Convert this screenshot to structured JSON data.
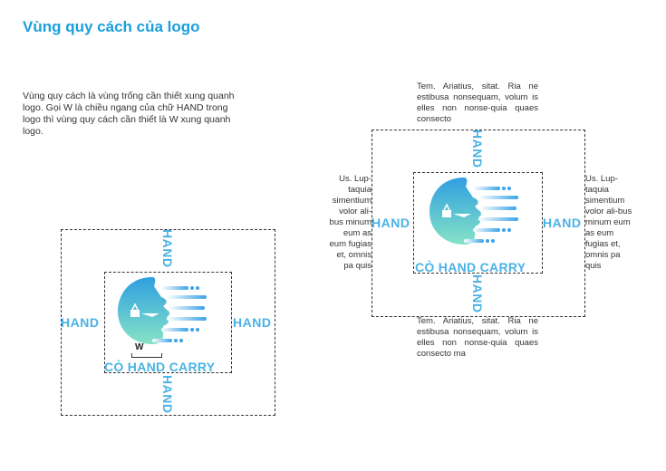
{
  "title": "Vùng quy cách của logo",
  "description": "Vùng quy cách là vùng trống cần thiết xung quanh logo. Gọi W là chiều ngang của chữ HAND trong logo thì vùng quy cách cần thiết là W xung quanh logo.",
  "hand_text": "HAND",
  "brand_text": "CÒ HAND CARRY",
  "w_label": "W",
  "filler": {
    "top": "Tem. Ariatius, sitat. Ria ne estibusa nonsequam, volum is elles non nonse-quia quaes consecto",
    "bottom": "Tem. Ariatius, sitat. Ria ne estibusa nonsequam, volum is elles non nonse-quia quaes consecto ma",
    "left": "Us. Lup-taquia simentium volor ali-bus minum eum as eum fugias et, omnis pa quis",
    "right": "Us. Lup-taquia simentium volor ali-bus minum eum as eum fugias et, omnis pa quis"
  },
  "colors": {
    "title": "#1a9fdc",
    "hand": "#4ab2e6",
    "gradient_top": "#2f9fe0",
    "gradient_bottom": "#7fe0c8"
  }
}
